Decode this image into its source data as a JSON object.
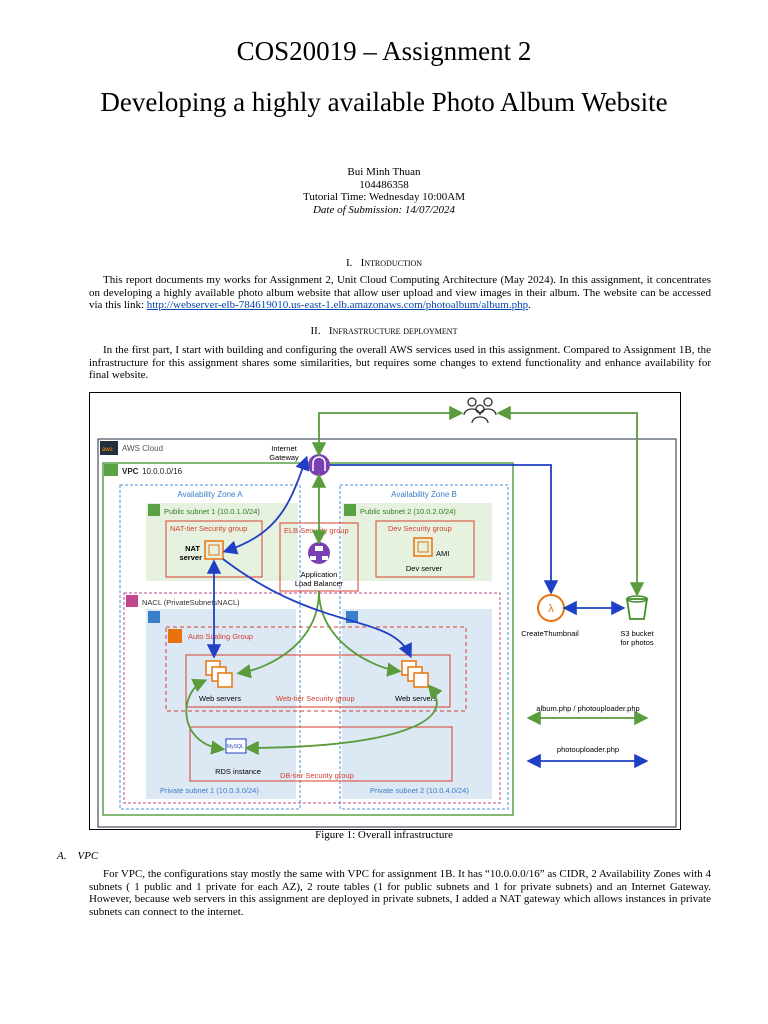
{
  "header": {
    "course": "COS20019 – Assignment 2",
    "title": "Developing a highly available Photo Album Website",
    "author": "Bui Minh Thuan",
    "student_id": "104486358",
    "tutorial": "Tutorial Time: Wednesday 10:00AM",
    "submission": "Date of Submission: 14/07/2024"
  },
  "section1": {
    "number": "I.",
    "title": "Introduction",
    "text_before_link": "This report documents my works for Assignment 2, Unit Cloud Computing Architecture (May 2024). In this assignment, it concentrates on developing a highly available photo album website that allow user upload and view images in their album. The website can be accessed via this link: ",
    "link": "http://webserver-elb-784619010.us-east-1.elb.amazonaws.com/photoalbum/album.php",
    "after_link": "."
  },
  "section2": {
    "number": "II.",
    "title": "Infrastructure deployment",
    "text": "In the first part, I start with building and configuring the overall AWS services used in this assignment. Compared to Assignment 1B, the infrastructure for this assignment shares some similarities, but requires some changes to extend functionality and enhance availability for final website."
  },
  "figure": {
    "caption": "Figure 1: Overall infrastructure",
    "labels": {
      "aws_cloud": "AWS Cloud",
      "aws_logo": "aws",
      "internet_gateway_1": "Internet",
      "internet_gateway_2": "Gateway",
      "vpc": "VPC",
      "vpc_cidr": "10.0.0.0/16",
      "az_a": "Availability Zone A",
      "az_b": "Availability Zone B",
      "public_subnet_1": "Public subnet 1 (10.0.1.0/24)",
      "public_subnet_2": "Public subnet 2 (10.0.2.0/24)",
      "nat_sg": "NAT-tier Security group",
      "nat_server_1": "NAT",
      "nat_server_2": "server",
      "elb_sg": "ELB Security group",
      "alb_1": "Application",
      "alb_2": "Load Balancer",
      "dev_sg": "Dev Security group",
      "ami": "AMI",
      "dev_server": "Dev server",
      "nacl": "NACL (PrivateSubnetsNACL)",
      "asg": "Auto Scaling Group",
      "web_servers_a": "Web servers",
      "web_sg": "Web-tier Security group",
      "web_servers_b": "Web servers",
      "mysql": "MySQL",
      "rds": "RDS instance",
      "db_sg": "DB-tier Security group",
      "private_subnet_1": "Private subnet 1 (10.0.3.0/24)",
      "private_subnet_2": "Private subnet 2 (10.0.4.0/24)",
      "lambda": "CreateThumbnail",
      "s3_1": "S3 bucket",
      "s3_2": "for photos",
      "legend_green": "album.php / photouploader.php",
      "legend_blue": "photouploader.php"
    },
    "colors": {
      "green_arrow": "#5a9b3c",
      "blue_arrow": "#1f3fc4",
      "security_group": "#d6402f",
      "public_subnet_fill": "#e6f2df",
      "private_subnet_fill": "#dce9f5",
      "vpc_border": "#5aa345",
      "orange": "#e8730c",
      "lambda": "#e8730c",
      "s3": "#3f8f2a",
      "nacl_border": "#c0478e"
    }
  },
  "subsectionA": {
    "letter": "A.",
    "title": "VPC",
    "text": "For VPC, the configurations stay mostly the same with VPC for assignment 1B. It has “10.0.0.0/16” as CIDR, 2 Availability Zones with 4 subnets ( 1 public and 1 private for each AZ), 2 route tables (1 for public subnets and 1 for private subnets) and an Internet Gateway. However, because web servers in this assignment are deployed in private subnets, I added a NAT gateway which allows instances in private subnets can connect to the internet."
  }
}
